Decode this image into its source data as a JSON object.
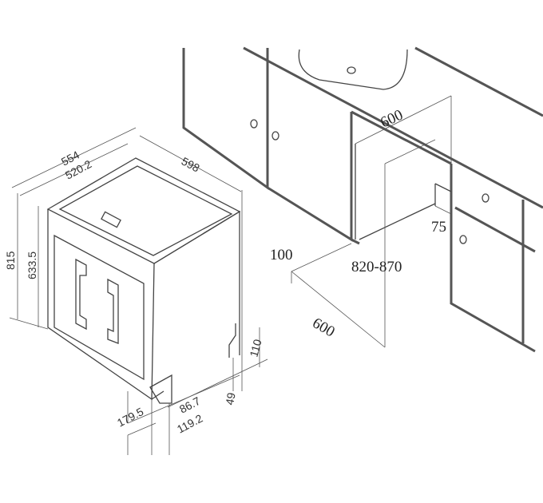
{
  "appliance_dimensions": {
    "depth_overall": "554",
    "depth_inner": "520.2",
    "width": "598",
    "height_overall": "815",
    "height_door": "633.5",
    "door_offset": "179.5",
    "foot_offset_1": "86.7",
    "foot_offset_2": "119.2",
    "plinth_depth": "49",
    "plinth_height": "110"
  },
  "niche_dimensions": {
    "niche_width": "600",
    "toe_kick": "75",
    "plinth_depth": "100",
    "niche_height": "820-870",
    "niche_depth": "600"
  }
}
